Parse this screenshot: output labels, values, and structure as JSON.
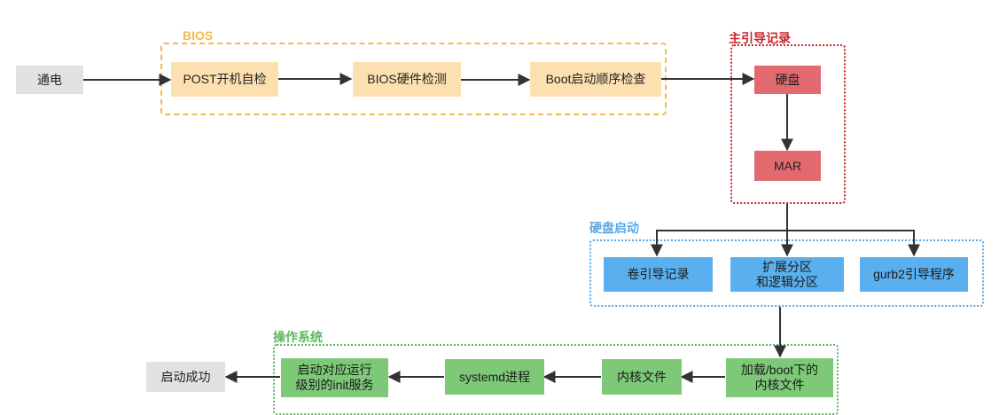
{
  "groups": {
    "bios": "BIOS",
    "mbr": "主引导记录",
    "disk_boot": "硬盘启动",
    "os": "操作系统"
  },
  "nodes": {
    "power_on": "通电",
    "post": "POST开机自检",
    "bios_hw": "BIOS硬件检测",
    "boot_order": "Boot启动顺序检查",
    "hard_disk": "硬盘",
    "mar": "MAR",
    "volume_boot": "卷引导记录",
    "ext_partition": "扩展分区\n和逻辑分区",
    "grub2": "gurb2引导程序",
    "load_kernel": "加载/boot下的\n内核文件",
    "kernel_file": "内核文件",
    "systemd": "systemd进程",
    "init_service": "启动对应运行\n级别的init服务",
    "boot_success": "启动成功"
  },
  "colors": {
    "bios": "#f5b94f",
    "mbr": "#c9252c",
    "disk_boot": "#5aa9e6",
    "os": "#5cb85c",
    "edge": "#333333"
  }
}
